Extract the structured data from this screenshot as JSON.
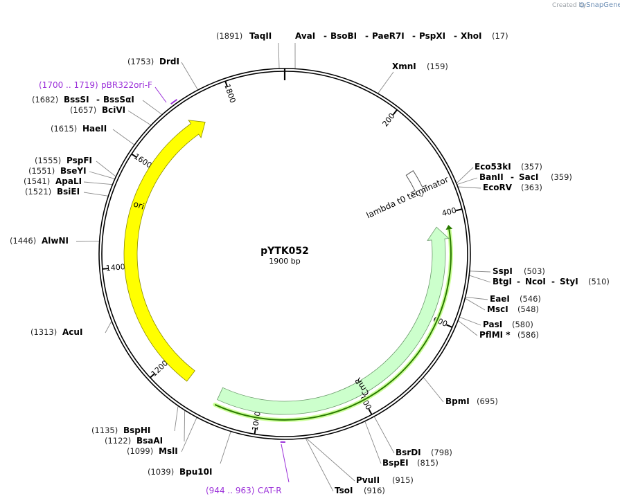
{
  "credit": {
    "prefix": "Created by",
    "brand": "SnapGene"
  },
  "plasmid": {
    "name": "pYTK052",
    "size_label": "1900 bp",
    "length": 1900
  },
  "ticks": [
    {
      "pos": 200,
      "label": "200"
    },
    {
      "pos": 400,
      "label": "400"
    },
    {
      "pos": 600,
      "label": "600"
    },
    {
      "pos": 800,
      "label": "800"
    },
    {
      "pos": 1000,
      "label": "1000"
    },
    {
      "pos": 1200,
      "label": "1200"
    },
    {
      "pos": 1400,
      "label": "1400"
    },
    {
      "pos": 1600,
      "label": "1600"
    },
    {
      "pos": 1800,
      "label": "1800"
    }
  ],
  "features": [
    {
      "name": "ori",
      "start": 1148,
      "end": 1736,
      "direction": "forward",
      "color": "#ffff00"
    },
    {
      "name": "CmR",
      "start": 422,
      "end": 1081,
      "direction": "reverse",
      "color": "#ccffcc"
    },
    {
      "name": "lambda t0 terminator",
      "start": 301,
      "end": 355,
      "direction": "forward",
      "color": "#ffffff"
    }
  ],
  "orf": {
    "start": 422,
    "end": 1081,
    "color": "#2a7a00"
  },
  "primers": [
    {
      "position": "(1700 .. 1719)",
      "name": "pBR322ori-F",
      "pos": 1710
    },
    {
      "position": "(944 .. 963)",
      "name": "CAT-R",
      "pos": 953
    }
  ],
  "sites": {
    "top": {
      "pos1": "(1891)",
      "name1": "TaqII",
      "name2": "AvaI",
      "name3": "BsoBI",
      "name4": "PaeR7I",
      "name5": "PspXI",
      "name6": "XhoI",
      "pos2": "(17)",
      "sep": "-"
    },
    "xmni": {
      "name": "XmnI",
      "pos": "(159)"
    },
    "eco53ki": {
      "name": "Eco53kI",
      "pos": "(357)"
    },
    "banii": {
      "name1": "BanII",
      "name2": "SacI",
      "pos": "(359)",
      "sep": "-"
    },
    "ecorv": {
      "name": "EcoRV",
      "pos": "(363)"
    },
    "sspi": {
      "name": "SspI",
      "pos": "(503)"
    },
    "btgi": {
      "name1": "BtgI",
      "name2": "NcoI",
      "name3": "StyI",
      "pos": "(510)",
      "sep": "-"
    },
    "eaei": {
      "name": "EaeI",
      "pos": "(546)"
    },
    "msci": {
      "name": "MscI",
      "pos": "(548)"
    },
    "pasi": {
      "name": "PasI",
      "pos": "(580)"
    },
    "pflmi": {
      "name": "PflMI *",
      "pos": "(586)"
    },
    "bpmi": {
      "name": "BpmI",
      "pos": "(695)"
    },
    "bsrdi": {
      "name": "BsrDI",
      "pos": "(798)"
    },
    "bspei": {
      "name": "BspEI",
      "pos": "(815)"
    },
    "pvuii": {
      "name": "PvuII",
      "pos": "(915)"
    },
    "tsoi": {
      "name": "TsoI",
      "pos": "(916)"
    },
    "bpu10i": {
      "name": "Bpu10I",
      "pos": "(1039)"
    },
    "msli": {
      "name": "MslI",
      "pos": "(1099)"
    },
    "bsaai": {
      "name": "BsaAI",
      "pos": "(1122)"
    },
    "bsphi": {
      "name": "BspHI",
      "pos": "(1135)"
    },
    "acui": {
      "name": "AcuI",
      "pos": "(1313)"
    },
    "alwni": {
      "name": "AlwNI",
      "pos": "(1446)"
    },
    "bsiei": {
      "name": "BsiEI",
      "pos": "(1521)"
    },
    "apali": {
      "name": "ApaLI",
      "pos": "(1541)"
    },
    "bseyi": {
      "name": "BseYI",
      "pos": "(1551)"
    },
    "pspfi": {
      "name": "PspFI",
      "pos": "(1555)"
    },
    "haeii": {
      "name": "HaeII",
      "pos": "(1615)"
    },
    "bcivi": {
      "name": "BciVI",
      "pos": "(1657)"
    },
    "bsssi": {
      "name1": "BssSI",
      "name2": "BssSαI",
      "pos": "(1682)",
      "sep": "-"
    },
    "drdi": {
      "name": "DrdI",
      "pos": "(1753)"
    }
  }
}
